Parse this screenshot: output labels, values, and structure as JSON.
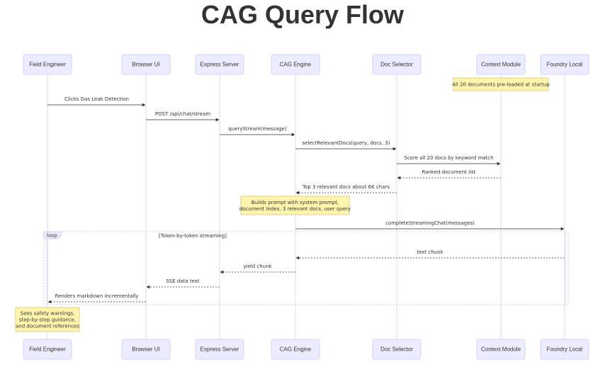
{
  "title": "CAG Query Flow",
  "participants": [
    {
      "id": "field-engineer",
      "label": "Field Engineer"
    },
    {
      "id": "browser-ui",
      "label": "Browser UI"
    },
    {
      "id": "express-server",
      "label": "Express Server"
    },
    {
      "id": "cag-engine",
      "label": "CAG Engine"
    },
    {
      "id": "doc-selector",
      "label": "Doc Selector"
    },
    {
      "id": "context-module",
      "label": "Context Module"
    },
    {
      "id": "foundry-local",
      "label": "Foundry Local"
    }
  ],
  "messages": [
    {
      "from": 0,
      "to": 1,
      "text": "Clicks Gas Leak Detection",
      "style": "solid"
    },
    {
      "from": 1,
      "to": 2,
      "text": "POST /api/chat/stream",
      "style": "solid"
    },
    {
      "from": 2,
      "to": 3,
      "text": "queryStream(message)",
      "style": "solid"
    },
    {
      "from": 3,
      "to": 4,
      "text": "selectRelevantDocs(query, docs, 3)",
      "style": "solid"
    },
    {
      "from": 4,
      "to": 5,
      "text": "Score all 20 docs by keyword match",
      "style": "solid"
    },
    {
      "from": 5,
      "to": 4,
      "text": "Ranked document list",
      "style": "dashed"
    },
    {
      "from": 4,
      "to": 3,
      "text": "Top 3 relevant docs about 6K chars",
      "style": "dashed"
    },
    {
      "from": 3,
      "to": 6,
      "text": "completeStreamingChat(messages)",
      "style": "solid"
    },
    {
      "from": 6,
      "to": 3,
      "text": "text chunk",
      "style": "dashed"
    },
    {
      "from": 3,
      "to": 2,
      "text": "yield chunk",
      "style": "dashed"
    },
    {
      "from": 2,
      "to": 1,
      "text": "SSE data text",
      "style": "dashed"
    },
    {
      "from": 1,
      "to": 0,
      "text": "Renders markdown incrementally",
      "style": "dashed"
    }
  ],
  "notes": [
    {
      "text": [
        "All 20 documents pre-loaded at startup"
      ]
    },
    {
      "text": [
        "Builds prompt with system prompt,",
        "document index, 3 relevant docs, user query"
      ]
    },
    {
      "text": [
        "Sees safety warnings,",
        "step-by-step guidance,",
        "and document references"
      ]
    }
  ],
  "loop": {
    "keyword": "loop",
    "label": "[Token-by-token streaming]"
  },
  "colors": {
    "actor_fill": "#ECECFF",
    "actor_stroke": "#D3D3F5",
    "note_fill": "#FFF5AD",
    "line": "#333333"
  }
}
